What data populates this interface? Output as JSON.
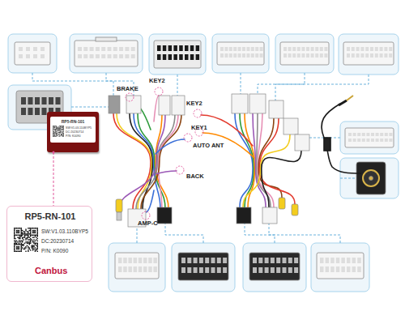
{
  "diagram": {
    "nodes": [
      {
        "text": [
          "RP5-RN-101",
          "SW:V1.03.110BYP5",
          "DC:20230714",
          "P/N: K0090"
        ]
      },
      {
        "text": [
          "RP5-RN-101",
          "SW:V1.03.110BYP5",
          "DC:20230714",
          "P/N: K0090",
          "Canbus"
        ]
      }
    ],
    "edges": [
      {
        "from": 0,
        "to": 1,
        "arrow": "none"
      }
    ],
    "labels": [
      "BRAKE",
      "KEY2",
      "AUTO ANT",
      "BACK",
      "AMP-C",
      "KEY2",
      "KEY1"
    ]
  }
}
